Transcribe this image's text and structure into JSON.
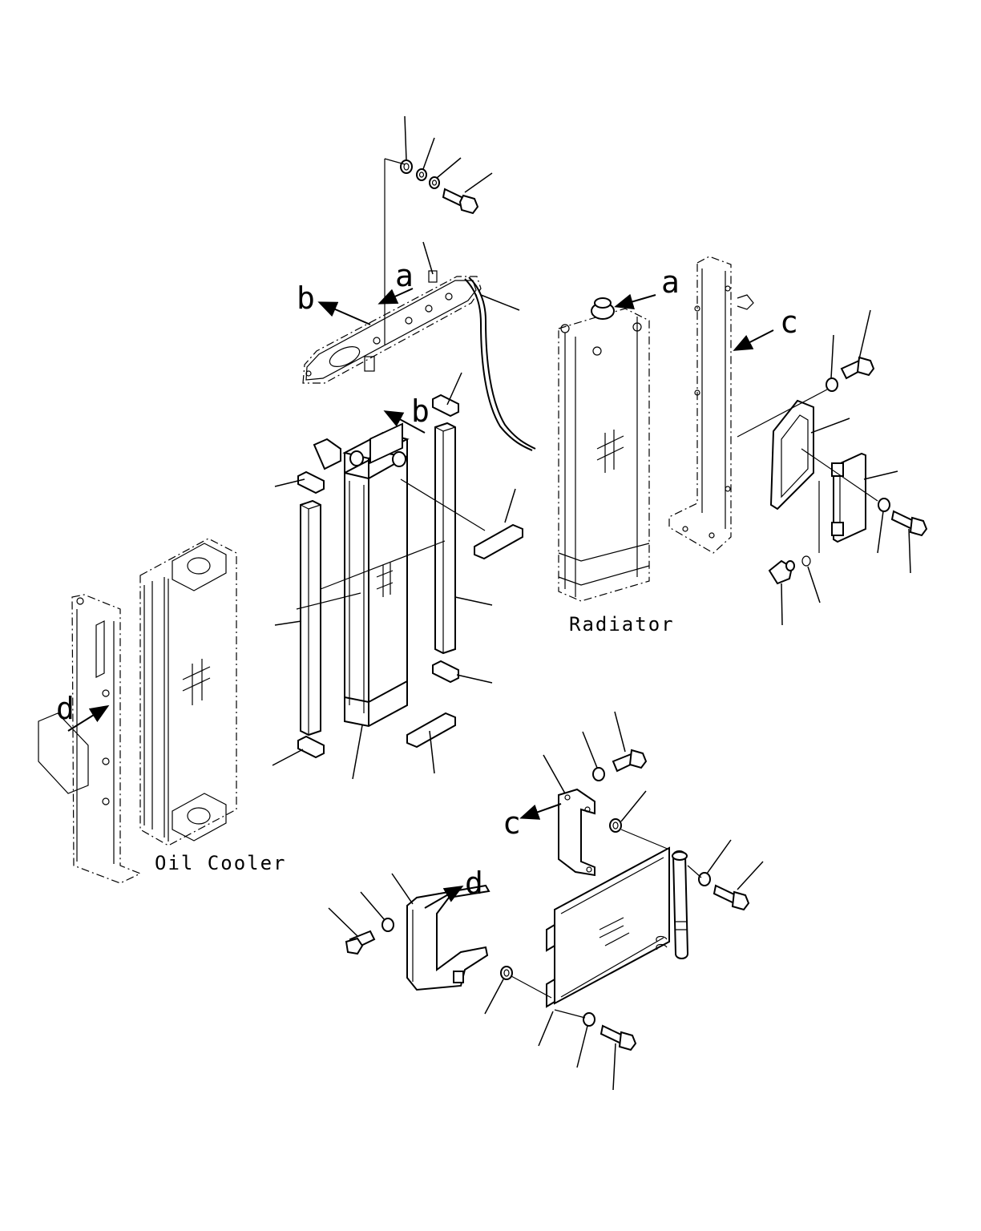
{
  "labels": {
    "oil_cooler": "Oil Cooler",
    "radiator": "Radiator"
  },
  "arrows": {
    "a": "a",
    "b": "b",
    "c": "c",
    "d": "d"
  },
  "colors": {
    "line": "#000000",
    "background": "#ffffff"
  }
}
